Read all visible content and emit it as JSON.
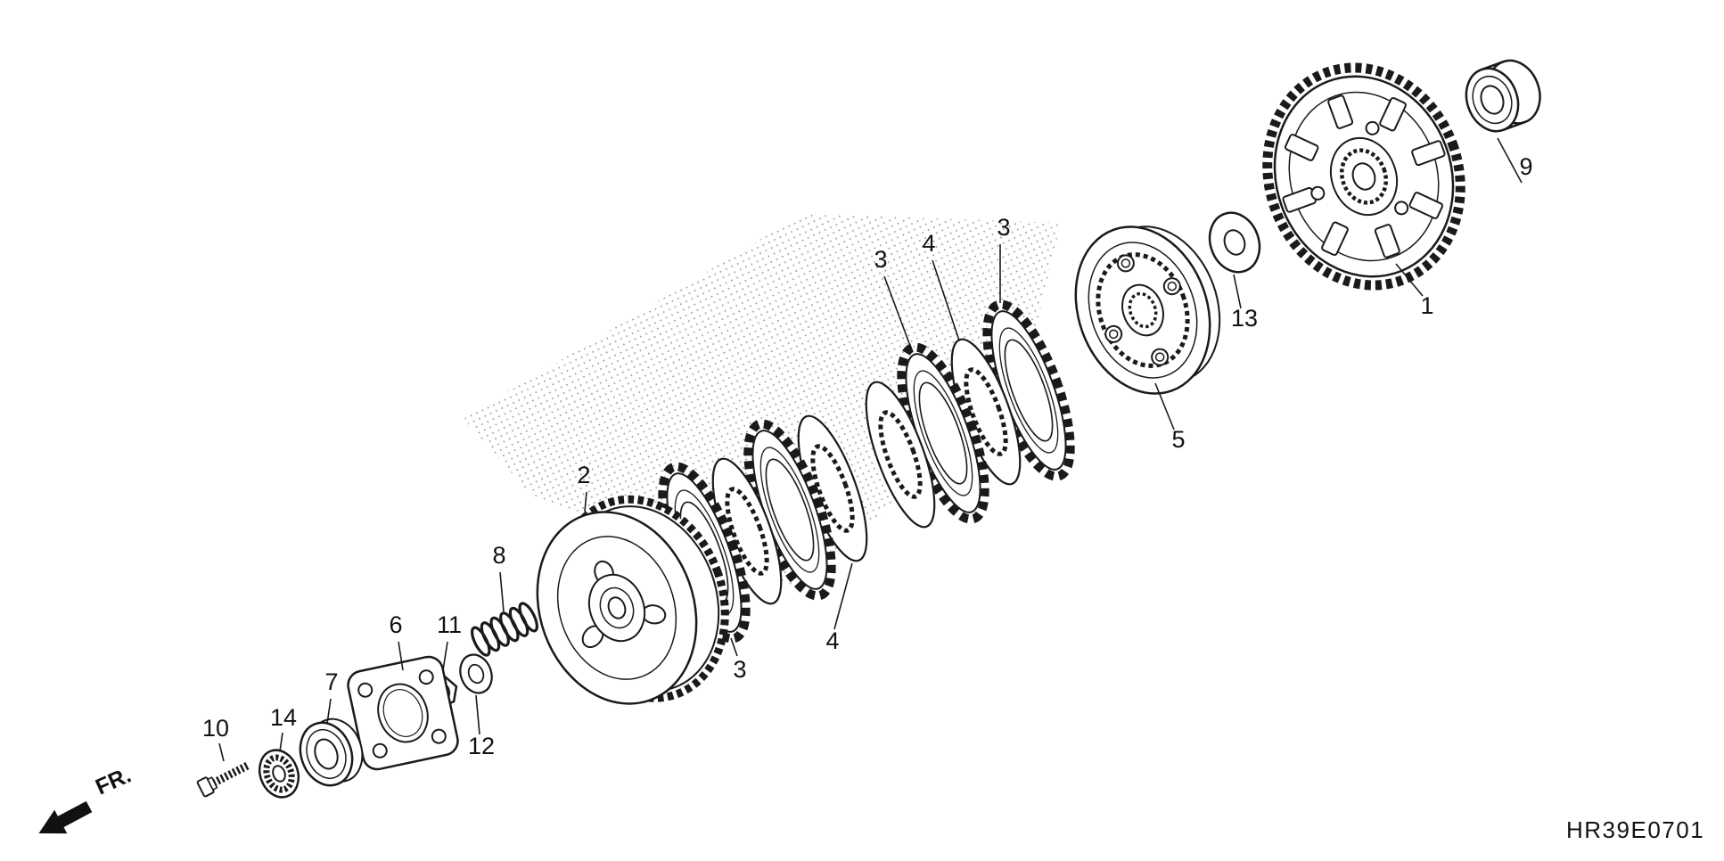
{
  "figure": {
    "code": "HR39E0701",
    "direction_label": "FR.",
    "background_color": "#ffffff",
    "line_color": "#1a1a1a"
  },
  "callouts": [
    {
      "ref": "9"
    },
    {
      "ref": "1"
    },
    {
      "ref": "13"
    },
    {
      "ref": "5"
    },
    {
      "ref": "3"
    },
    {
      "ref": "4"
    },
    {
      "ref": "3"
    },
    {
      "ref": "2"
    },
    {
      "ref": "8"
    },
    {
      "ref": "6"
    },
    {
      "ref": "11"
    },
    {
      "ref": "7"
    },
    {
      "ref": "12"
    },
    {
      "ref": "3"
    },
    {
      "ref": "4"
    },
    {
      "ref": "10"
    },
    {
      "ref": "14"
    }
  ]
}
